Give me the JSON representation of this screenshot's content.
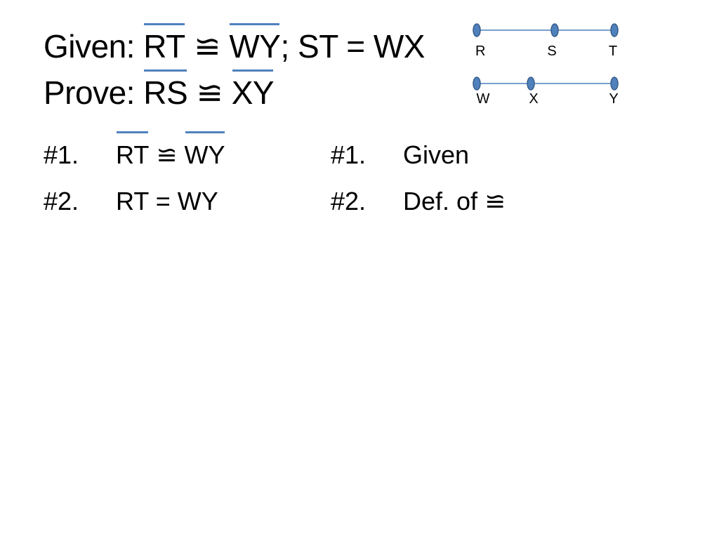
{
  "given_line": {
    "prefix": "Given: ",
    "seg1": "RT",
    "congruent": " ≌ ",
    "seg2": "WY",
    "suffix": "; ST = WX"
  },
  "prove_line": {
    "prefix": "Prove: ",
    "seg1": "RS",
    "congruent": " ≌ ",
    "seg2": "XY"
  },
  "figure": {
    "line_color": "#4f81bd",
    "point_fill": "#4f81bd",
    "segment_top": {
      "labels": [
        "R",
        "S",
        "T"
      ]
    },
    "segment_bottom": {
      "labels": [
        "W",
        "X",
        "Y"
      ]
    }
  },
  "proof": {
    "steps": [
      {
        "number": "#1.",
        "statement_seg1": "RT",
        "statement_mid": " ≌ ",
        "statement_seg2": "WY",
        "reason_number": "#1.",
        "reason": "Given"
      },
      {
        "number": "#2.",
        "statement": "RT = WY",
        "reason_number": "#2.",
        "reason": "Def. of ≌"
      }
    ]
  }
}
